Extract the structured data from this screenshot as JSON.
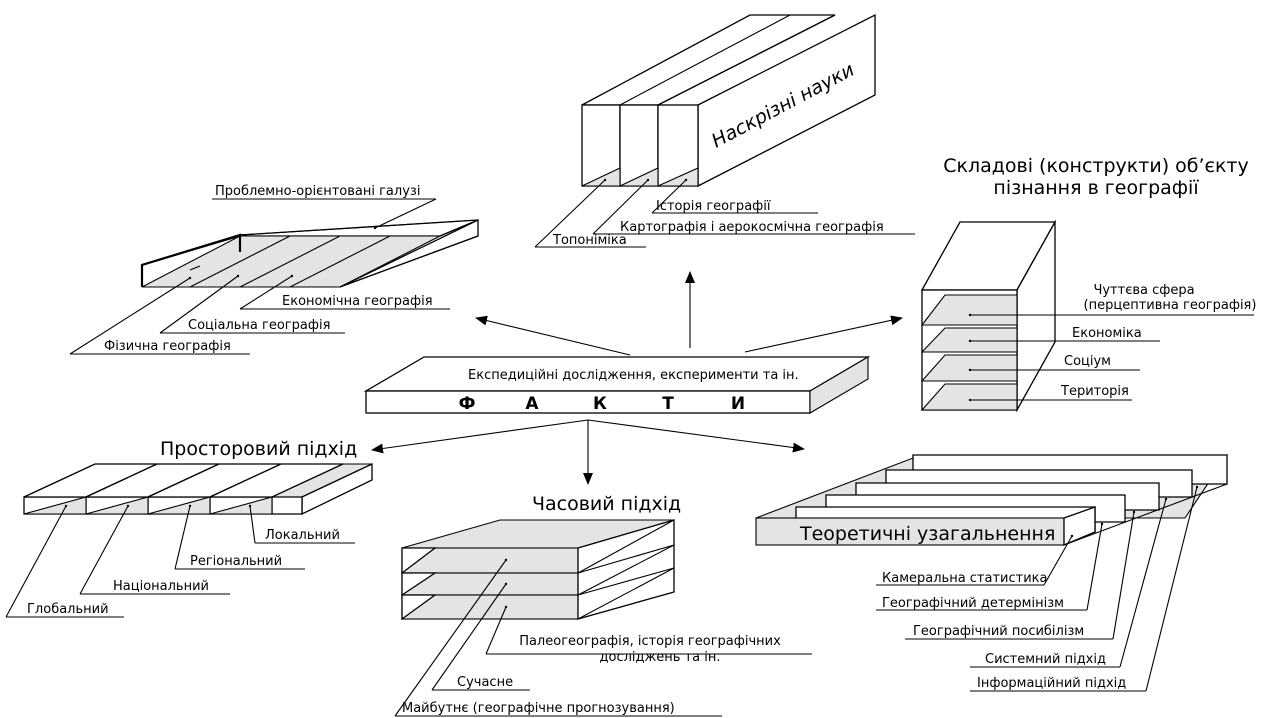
{
  "top": {
    "title": "Наскрізні науки",
    "labels": {
      "history": "Історія географії",
      "cartography": "Картографія і аерокосмічна географія",
      "toponymy": "Топоніміка"
    }
  },
  "left_top": {
    "title": "Проблемно-орієнтовані галузі",
    "labels": {
      "economic": "Економічна географія",
      "social": "Соціальна географія",
      "physical": "Фізична географія"
    }
  },
  "right_top": {
    "title_line1": "Складові (конструкти) об’єкту",
    "title_line2": "пізнання в географії",
    "labels": {
      "sense_line1": "Чуттєва сфера",
      "sense_line2": "(перцептивна географія)",
      "economy": "Економіка",
      "society": "Соціум",
      "territory": "Територія"
    }
  },
  "center": {
    "top_text": "Експедиційні дослідження, експерименти та ін.",
    "letters": [
      "Ф",
      "А",
      "К",
      "Т",
      "И"
    ]
  },
  "spatial": {
    "title": "Просторовий підхід",
    "labels": {
      "local": "Локальний",
      "regional": "Регіональний",
      "national": "Національний",
      "global": "Глобальний"
    }
  },
  "temporal": {
    "title": "Часовий підхід",
    "labels": {
      "paleo_line1": "Палеогеографія, історія географічних",
      "paleo_line2": "досліджень та ін.",
      "present": "Сучасне",
      "future": "Майбутнє (географічне прогнозування)"
    }
  },
  "theory": {
    "title": "Теоретичні узагальнення",
    "labels": {
      "cameral": "Камеральна статистика",
      "determinism": "Географічний детермінізм",
      "possibilism": "Географічний посибілізм",
      "systemic": "Системний підхід",
      "information": "Інформаційний підхід"
    }
  }
}
